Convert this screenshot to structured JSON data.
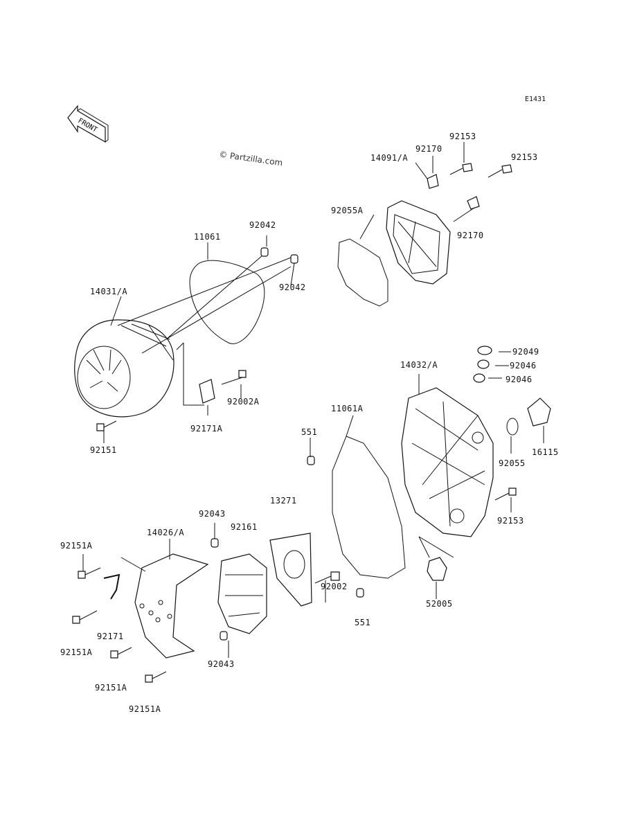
{
  "diagram_code": "E1431",
  "watermark": "© Partzilla.com",
  "front_label": "FRONT",
  "labels": {
    "p92153_top": "92153",
    "p92170_top": "92170",
    "p92153_right": "92153",
    "p14091A": "14091/A",
    "p92055A": "92055A",
    "p92170_right": "92170",
    "p92042_top": "92042",
    "p11061": "11061",
    "p92042_mid": "92042",
    "p14031A": "14031/A",
    "p92002A": "92002A",
    "p92171A": "92171A",
    "p92151": "92151",
    "p92049": "92049",
    "p92046_a": "92046",
    "p92046_b": "92046",
    "p14032A": "14032/A",
    "p11061A": "11061A",
    "p551_top": "551",
    "p16115": "16115",
    "p92055": "92055",
    "p92153_low": "92153",
    "p13271": "13271",
    "p92043_top": "92043",
    "p92161": "92161",
    "p14026A": "14026/A",
    "p92151A_1": "92151A",
    "p92002": "92002",
    "p52005": "52005",
    "p551_bottom": "551",
    "p92171": "92171",
    "p92151A_2": "92151A",
    "p92043_bottom": "92043",
    "p92151A_3": "92151A",
    "p92151A_4": "92151A"
  }
}
